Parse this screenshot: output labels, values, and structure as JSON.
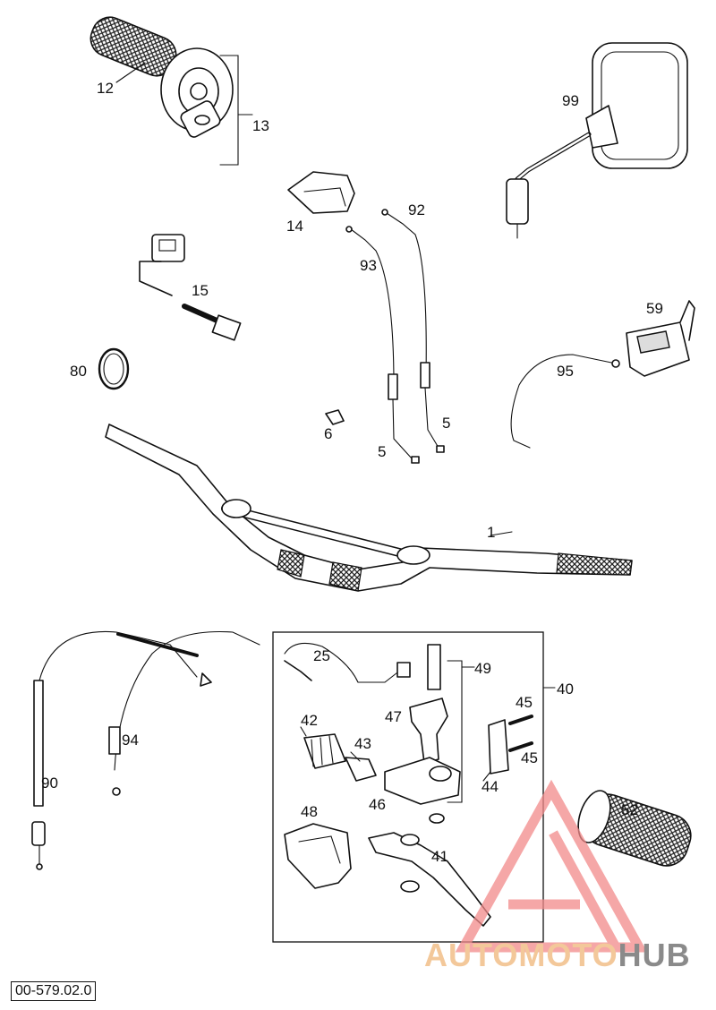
{
  "diagram_code": "00-579.02.0",
  "labels": {
    "p1": "1",
    "p5a": "5",
    "p5b": "5",
    "p6": "6",
    "p12": "12",
    "p13": "13",
    "p14": "14",
    "p15": "15",
    "p25": "25",
    "p40": "40",
    "p41": "41",
    "p42": "42",
    "p43": "43",
    "p44": "44",
    "p45a": "45",
    "p45b": "45",
    "p46": "46",
    "p47": "47",
    "p48": "48",
    "p49": "49",
    "p52": "52",
    "p59": "59",
    "p80": "80",
    "p90": "90",
    "p92": "92",
    "p93": "93",
    "p94": "94",
    "p95": "95",
    "p99": "99"
  },
  "watermark": {
    "text_1": "AUTOMOTO",
    "text_2": "HUB",
    "color_logo": "#f28a8a",
    "color_text_1": "#f3c89a",
    "color_text_2": "#8a8a8a"
  }
}
